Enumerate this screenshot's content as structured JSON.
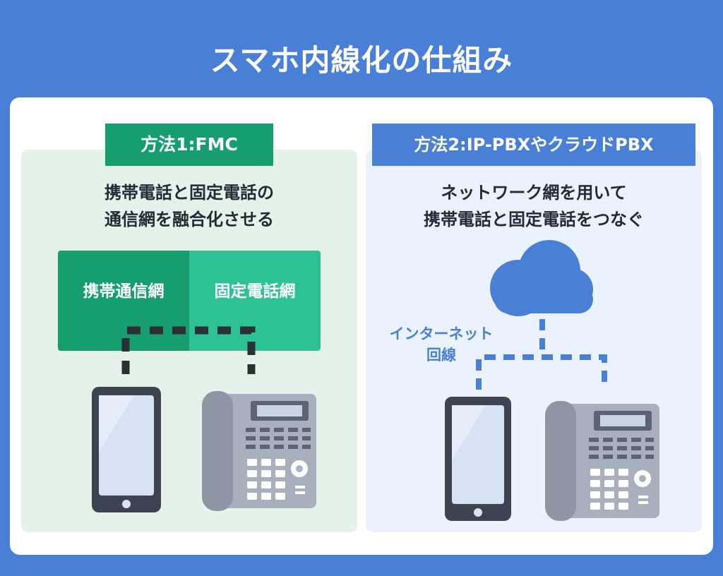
{
  "title": "スマホ内線化の仕組み",
  "methods": [
    {
      "badge": "方法1:FMC",
      "description_line1": "携帯電話と固定電話の",
      "description_line2": "通信網を融合化させる",
      "networks": [
        "携帯通信網",
        "固定電話網"
      ]
    },
    {
      "badge": "方法2:IP-PBXやクラウドPBX",
      "description_line1": "ネットワーク網を用いて",
      "description_line2": "携帯電話と固定電話をつなぐ",
      "internet_label_line1": "インターネット",
      "internet_label_line2": "回線"
    }
  ],
  "icons": {
    "left_panel": [
      "smartphone-icon",
      "desk-phone-icon"
    ],
    "right_panel": [
      "cloud-icon",
      "smartphone-icon",
      "desk-phone-icon"
    ]
  },
  "colors": {
    "background": "#4a7fd6",
    "fmc_green": "#169e6e",
    "fmc_green_light": "#2dc196",
    "pbx_blue": "#4a7fd6",
    "device_body": "#3d4351",
    "phone_gray": "#a9b0bd"
  }
}
